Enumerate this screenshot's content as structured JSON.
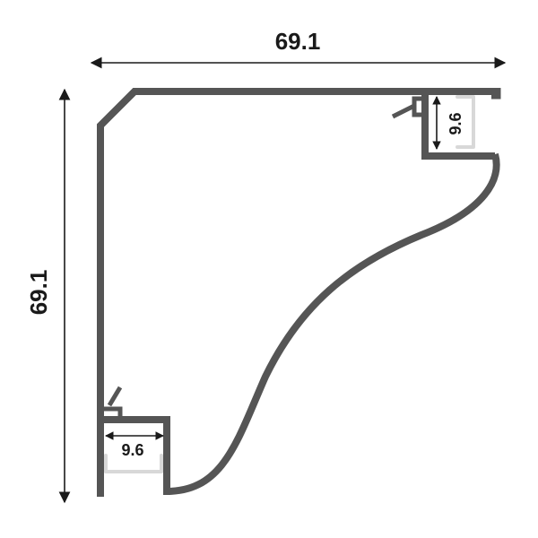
{
  "dimensions": {
    "overall_width": "69.1",
    "overall_height": "69.1",
    "top_channel_width": "9.6",
    "bottom_channel_width": "9.6"
  },
  "colors": {
    "profile": "#555555",
    "dimension_lines": "#1a1a1a",
    "diffuser": "#d8d8d8",
    "background": "#ffffff"
  }
}
